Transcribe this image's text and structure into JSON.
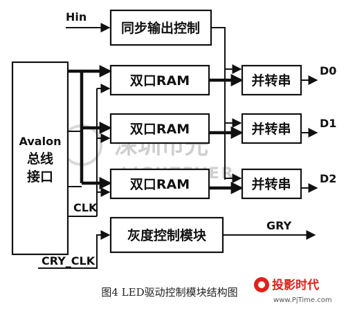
{
  "inputs": {
    "hin": "Hin",
    "clk": "CLK",
    "cry_clk": "CRY_CLK"
  },
  "blocks": {
    "sync": "同步输出控制",
    "avalon": [
      "Avalon",
      "总线",
      "接口"
    ],
    "ram": [
      "双口RAM",
      "双口RAM",
      "双口RAM"
    ],
    "ps": [
      "并转串",
      "并转串",
      "并转串"
    ],
    "gray": "灰度控制模块"
  },
  "outputs": [
    "D0",
    "D1",
    "D2",
    "GRY"
  ],
  "caption": "图4 LED驱动控制模块结构图",
  "watermark": {
    "cn": "深圳市光",
    "en": "LIGHTEVER"
  },
  "logo": {
    "title": "投影时代",
    "url": "www.PjTime.com",
    "colors": {
      "accent": "#e0201a"
    }
  }
}
